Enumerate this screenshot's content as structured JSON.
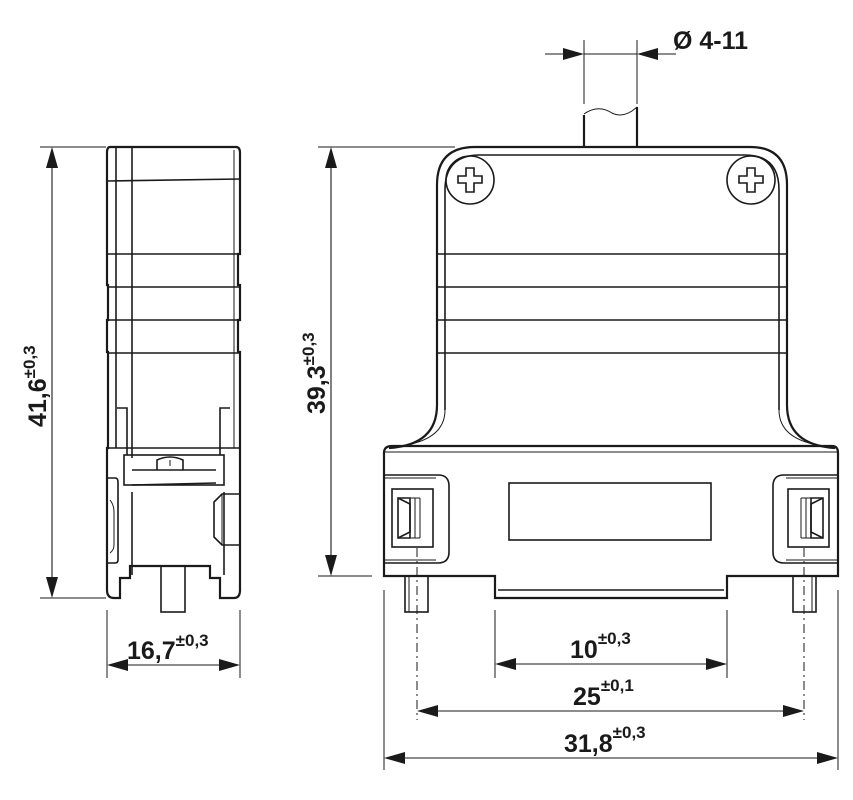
{
  "drawing": {
    "type": "technical-dimension-drawing",
    "subject": "D-SUB connector housing",
    "views": [
      {
        "name": "side-view"
      },
      {
        "name": "front-view"
      }
    ]
  },
  "dimensions": {
    "cable_diameter": {
      "symbol": "Ø",
      "value": "4-11",
      "label": "Ø 4-11"
    },
    "side_height": {
      "value": "41,6",
      "tolerance": "±0,3"
    },
    "side_width": {
      "value": "16,7",
      "tolerance": "±0,3"
    },
    "front_height": {
      "value": "39,3",
      "tolerance": "±0,3"
    },
    "slot_width": {
      "value": "10",
      "tolerance": "±0,3"
    },
    "screw_spacing": {
      "value": "25",
      "tolerance": "±0,1"
    },
    "overall_width": {
      "value": "31,8",
      "tolerance": "±0,3"
    }
  },
  "colors": {
    "line": "#1a1a1a",
    "background": "#ffffff"
  }
}
